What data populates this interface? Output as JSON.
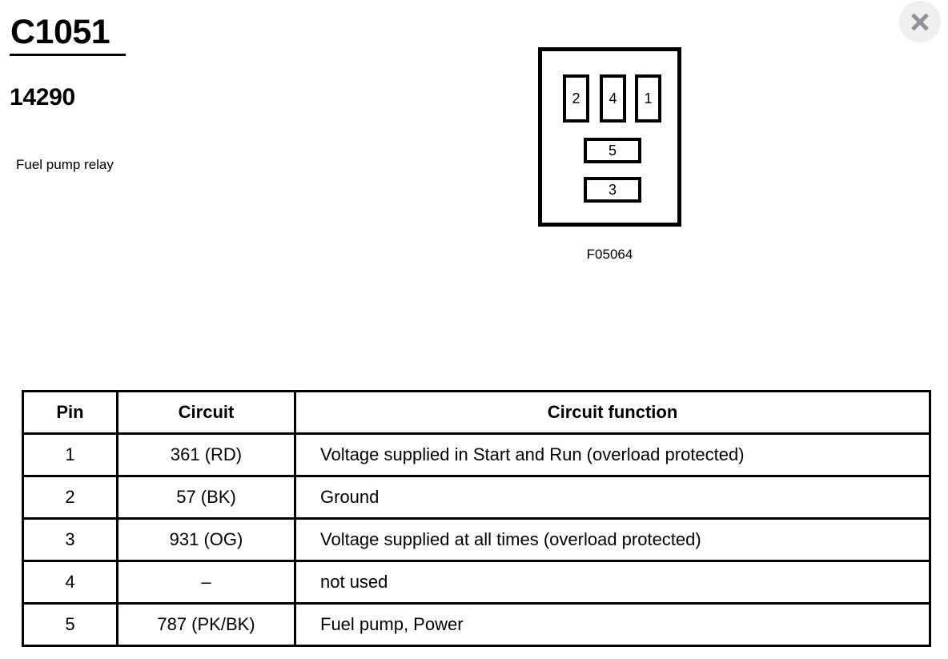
{
  "header": {
    "connector_id": "C1051",
    "part_number": "14290",
    "description": "Fuel pump relay"
  },
  "close_button": {
    "label": "Close",
    "icon": "close-icon",
    "circle_color": "#efefef",
    "glyph_color": "#8d929b"
  },
  "diagram": {
    "caption": "F05064",
    "cavities": [
      {
        "number": "2",
        "shape": "tall"
      },
      {
        "number": "4",
        "shape": "tall"
      },
      {
        "number": "1",
        "shape": "tall"
      },
      {
        "number": "5",
        "shape": "wide"
      },
      {
        "number": "3",
        "shape": "wide"
      }
    ]
  },
  "table": {
    "columns": [
      "Pin",
      "Circuit",
      "Circuit function"
    ],
    "rows": [
      {
        "pin": "1",
        "circuit": "361 (RD)",
        "function": "Voltage supplied in Start and Run (overload protected)"
      },
      {
        "pin": "2",
        "circuit": "57 (BK)",
        "function": "Ground"
      },
      {
        "pin": "3",
        "circuit": "931 (OG)",
        "function": "Voltage supplied at all times (overload protected)"
      },
      {
        "pin": "4",
        "circuit": "–",
        "function": "not used"
      },
      {
        "pin": "5",
        "circuit": "787 (PK/BK)",
        "function": "Fuel pump, Power"
      }
    ]
  }
}
